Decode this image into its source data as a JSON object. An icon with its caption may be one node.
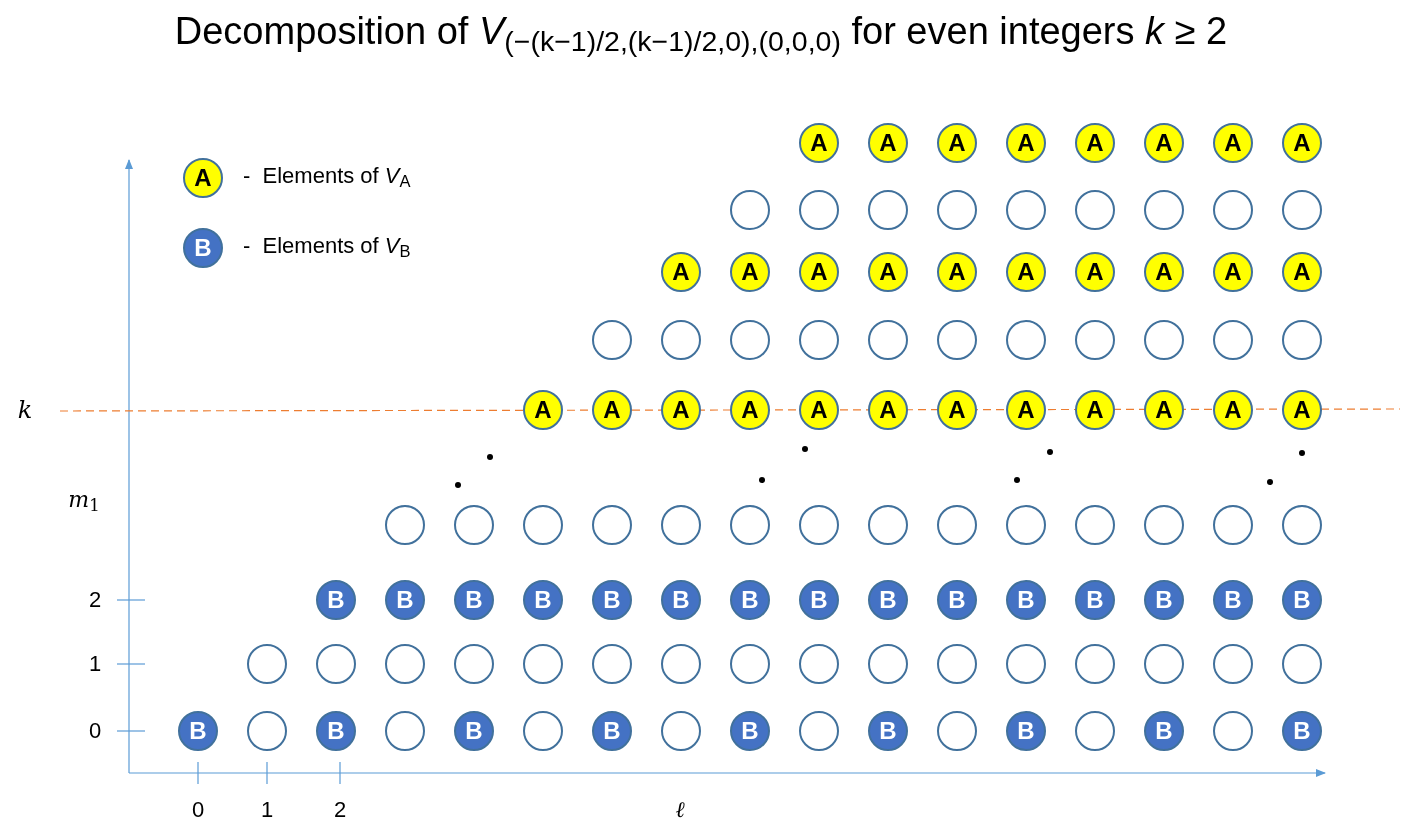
{
  "diagram": {
    "title": "Decomposition of *V*$_{(−(k−1)/2,(k−1)/2,0),(0,0,0)}$ for even integers *k* ≥ 2",
    "nodes": [
      {
        "text": [
          "A"
        ],
        "beside": [
          "-  Elements of *V*$_{A}$"
        ]
      },
      {
        "text": [
          "B"
        ],
        "beside": [
          "-  Elements of *V*$_{B}$"
        ]
      },
      {
        "text": [
          "A"
        ]
      },
      {
        "text": [
          "A"
        ]
      },
      {
        "text": [
          "A"
        ]
      },
      {
        "text": [
          "A"
        ]
      },
      {
        "text": [
          "A"
        ]
      },
      {
        "text": [
          "A"
        ]
      },
      {
        "text": [
          "A"
        ]
      },
      {
        "text": [
          "A"
        ]
      },
      {
        "text": [],
        "shape": "circle"
      },
      {
        "text": [],
        "shape": "circle"
      },
      {
        "text": [],
        "shape": "circle"
      },
      {
        "text": [],
        "shape": "circle"
      },
      {
        "text": [],
        "shape": "circle"
      },
      {
        "text": [],
        "shape": "circle"
      },
      {
        "text": [],
        "shape": "circle"
      },
      {
        "text": [],
        "shape": "circle"
      },
      {
        "text": [],
        "shape": "circle"
      },
      {
        "text": [
          "A"
        ]
      },
      {
        "text": [
          "A"
        ]
      },
      {
        "text": [
          "A"
        ]
      },
      {
        "text": [
          "A"
        ]
      },
      {
        "text": [
          "A"
        ]
      },
      {
        "text": [
          "A"
        ]
      },
      {
        "text": [
          "A"
        ]
      },
      {
        "text": [
          "A"
        ]
      },
      {
        "text": [
          "A"
        ]
      },
      {
        "text": [
          "A"
        ]
      },
      {
        "text": [],
        "shape": "circle"
      },
      {
        "text": [],
        "shape": "circle"
      },
      {
        "text": [],
        "shape": "circle"
      },
      {
        "text": [],
        "shape": "circle"
      },
      {
        "text": [],
        "shape": "circle"
      },
      {
        "text": [],
        "shape": "circle"
      },
      {
        "text": [],
        "shape": "circle"
      },
      {
        "text": [],
        "shape": "circle"
      },
      {
        "text": [],
        "shape": "circle"
      },
      {
        "text": [],
        "shape": "circle"
      },
      {
        "text": [],
        "shape": "circle"
      },
      {
        "text": [
          "A"
        ]
      },
      {
        "text": [
          "A"
        ]
      },
      {
        "text": [
          "A"
        ]
      },
      {
        "text": [
          "A"
        ]
      },
      {
        "text": [
          "A"
        ]
      },
      {
        "text": [
          "A"
        ]
      },
      {
        "text": [
          "A"
        ]
      },
      {
        "text": [
          "A"
        ]
      },
      {
        "text": [
          "A"
        ]
      },
      {
        "text": [
          "A"
        ]
      },
      {
        "text": [
          "A"
        ]
      },
      {
        "text": [
          "A"
        ]
      },
      {
        "text": [],
        "shape": "circle"
      },
      {
        "text": [],
        "shape": "circle"
      },
      {
        "text": [],
        "shape": "circle"
      },
      {
        "text": [],
        "shape": "circle"
      },
      {
        "text": [],
        "shape": "circle"
      },
      {
        "text": [],
        "shape": "circle"
      },
      {
        "text": [],
        "shape": "circle"
      },
      {
        "text": [],
        "shape": "circle"
      },
      {
        "text": [],
        "shape": "circle"
      },
      {
        "text": [],
        "shape": "circle"
      },
      {
        "text": [],
        "shape": "circle"
      },
      {
        "text": [],
        "shape": "circle"
      },
      {
        "text": [],
        "shape": "circle"
      },
      {
        "text": [],
        "shape": "circle"
      },
      {
        "text": [
          "B"
        ]
      },
      {
        "text": [
          "B"
        ]
      },
      {
        "text": [
          "B"
        ]
      },
      {
        "text": [
          "B"
        ]
      },
      {
        "text": [
          "B"
        ]
      },
      {
        "text": [
          "B"
        ]
      },
      {
        "text": [
          "B"
        ]
      },
      {
        "text": [
          "B"
        ]
      },
      {
        "text": [
          "B"
        ]
      },
      {
        "text": [
          "B"
        ]
      },
      {
        "text": [
          "B"
        ]
      },
      {
        "text": [
          "B"
        ]
      },
      {
        "text": [
          "B"
        ]
      },
      {
        "text": [
          "B"
        ]
      },
      {
        "text": [
          "B"
        ]
      },
      {
        "text": [],
        "shape": "circle"
      },
      {
        "text": [],
        "shape": "circle"
      },
      {
        "text": [],
        "shape": "circle"
      },
      {
        "text": [],
        "shape": "circle"
      },
      {
        "text": [],
        "shape": "circle"
      },
      {
        "text": [],
        "shape": "circle"
      },
      {
        "text": [],
        "shape": "circle"
      },
      {
        "text": [],
        "shape": "circle"
      },
      {
        "text": [],
        "shape": "circle"
      },
      {
        "text": [],
        "shape": "circle"
      },
      {
        "text": [],
        "shape": "circle"
      },
      {
        "text": [],
        "shape": "circle"
      },
      {
        "text": [],
        "shape": "circle"
      },
      {
        "text": [],
        "shape": "circle"
      },
      {
        "text": [],
        "shape": "circle"
      },
      {
        "text": [],
        "shape": "circle"
      },
      {
        "text": [
          "B"
        ]
      },
      {
        "text": [],
        "shape": "circle"
      },
      {
        "text": [
          "B"
        ]
      },
      {
        "text": [],
        "shape": "circle"
      },
      {
        "text": [
          "B"
        ]
      },
      {
        "text": [],
        "shape": "circle"
      },
      {
        "text": [
          "B"
        ]
      },
      {
        "text": [],
        "shape": "circle"
      },
      {
        "text": [
          "B"
        ]
      },
      {
        "text": [],
        "shape": "circle"
      },
      {
        "text": [
          "B"
        ]
      },
      {
        "text": [],
        "shape": "circle"
      },
      {
        "text": [
          "B"
        ]
      },
      {
        "text": [],
        "shape": "circle"
      },
      {
        "text": [
          "B"
        ]
      },
      {
        "text": [],
        "shape": "circle"
      },
      {
        "text": [
          "B"
        ]
      }
    ],
    "labels": [
      "*k*",
      "*m*$_{1}$",
      "2",
      "1",
      "0",
      "0",
      "1",
      "2",
      "ℓ"
    ]
  }
}
